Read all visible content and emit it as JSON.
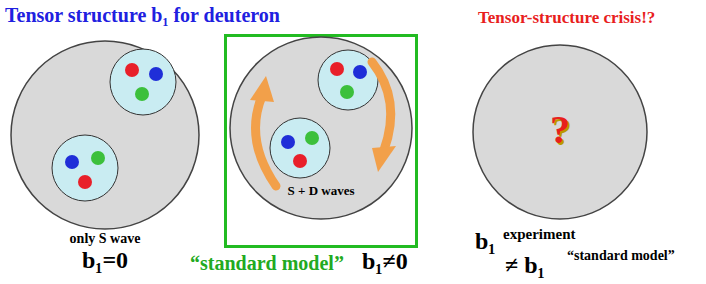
{
  "diagram": {
    "title": "Tensor structure b₁ for deuteron",
    "nodes": [
      {
        "text": [
          "only S wave",
          "b₁=0"
        ]
      },
      {
        "text": [
          "“standard model”",
          "b₁≠0"
        ]
      },
      {
        "text": [
          "S + D waves"
        ],
        "in": 1
      },
      {
        "text": [
          "?",
          "b₁",
          "experiment",
          "≠ b₁",
          "“standard model”"
        ]
      }
    ],
    "labels": [
      "Tensor-structure crisis!?"
    ]
  }
}
